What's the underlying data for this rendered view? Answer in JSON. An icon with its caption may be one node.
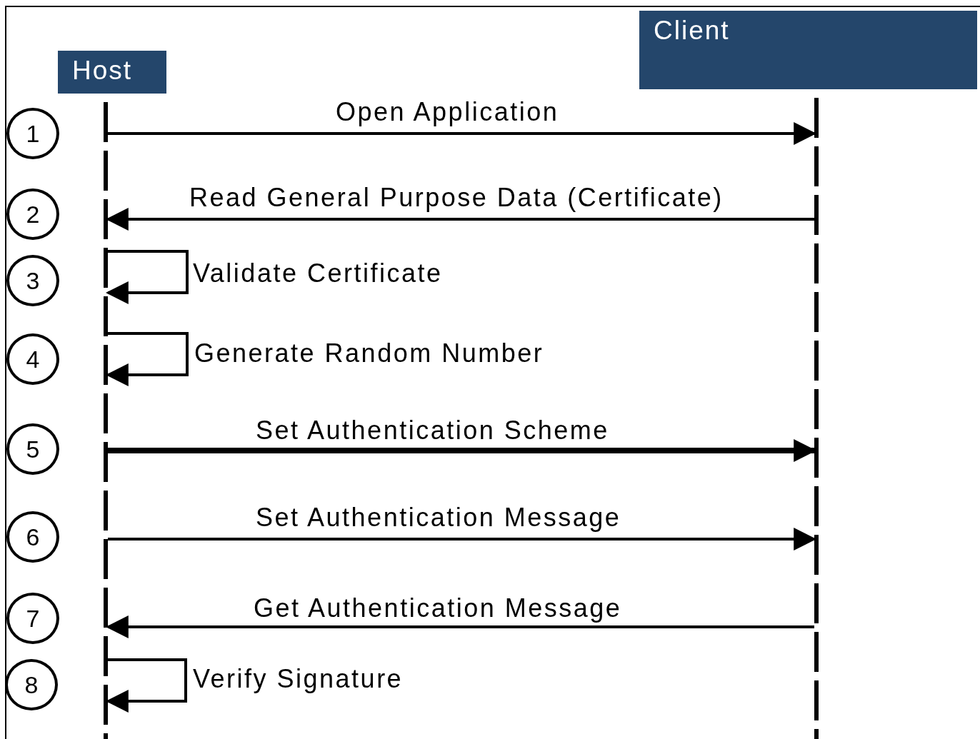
{
  "diagram": {
    "nodes": [
      {
        "text": [
          "Host"
        ]
      },
      {
        "text": [
          "Client"
        ]
      },
      {
        "text": [],
        "shape": "line"
      },
      {
        "text": [],
        "shape": "line"
      },
      {
        "text": [
          "1"
        ]
      },
      {
        "text": [
          "2"
        ]
      },
      {
        "text": [
          "3"
        ]
      },
      {
        "text": [
          "4"
        ]
      },
      {
        "text": [
          "5"
        ]
      },
      {
        "text": [
          "6"
        ]
      },
      {
        "text": [
          "7"
        ]
      },
      {
        "text": [
          "8"
        ]
      }
    ],
    "edges": [
      {
        "from": 2,
        "to": 3,
        "label": "Open Application",
        "arrow": "to"
      },
      {
        "from": 3,
        "to": 2,
        "label": "Read General Purpose Data (Certificate)",
        "arrow": "to"
      },
      {
        "from": 2,
        "to": 2,
        "label": "Validate Certificate",
        "arrow": "to"
      },
      {
        "from": 2,
        "to": 2,
        "label": "Generate Random Number",
        "arrow": "to"
      },
      {
        "from": 2,
        "to": 3,
        "label": "Set Authentication Scheme",
        "arrow": "to",
        "style": "thick"
      },
      {
        "from": 2,
        "to": 3,
        "label": "Set Authentication Message",
        "arrow": "to"
      },
      {
        "from": 3,
        "to": 2,
        "label": "Get Authentication Message",
        "arrow": "to"
      },
      {
        "from": 2,
        "to": 2,
        "label": "Verify Signature",
        "arrow": "to"
      }
    ]
  }
}
